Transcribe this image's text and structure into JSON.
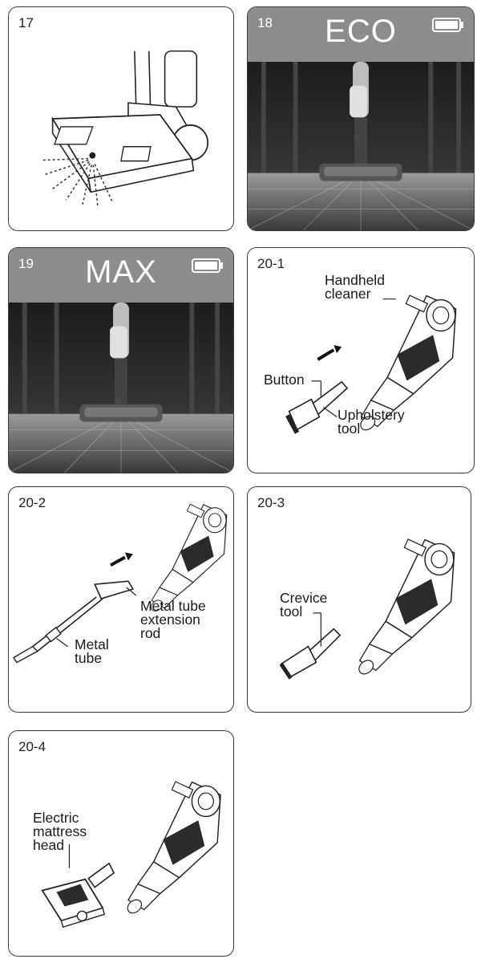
{
  "panels": {
    "p17": {
      "number": "17"
    },
    "p18": {
      "number": "18",
      "mode": "ECO",
      "battery_icon": "battery-full-icon"
    },
    "p19": {
      "number": "19",
      "mode": "MAX",
      "battery_icon": "battery-full-icon"
    },
    "p20_1": {
      "number": "20-1",
      "labels": {
        "handheld_1": "Handheld",
        "handheld_2": "cleaner",
        "button": "Button",
        "upholstery_1": "Upholstery",
        "upholstery_2": "tool"
      }
    },
    "p20_2": {
      "number": "20-2",
      "labels": {
        "ext_1": "Metal tube",
        "ext_2": "extension",
        "ext_3": "rod",
        "tube_1": "Metal",
        "tube_2": "tube"
      }
    },
    "p20_3": {
      "number": "20-3",
      "labels": {
        "crevice_1": "Crevice",
        "crevice_2": "tool"
      }
    },
    "p20_4": {
      "number": "20-4",
      "labels": {
        "mattress_1": "Electric",
        "mattress_2": "mattress",
        "mattress_3": "head"
      }
    }
  },
  "colors": {
    "border": "#3a3a3a",
    "mode_bar": "#8c8c8c",
    "photo_bg": "#2a2a2a"
  }
}
